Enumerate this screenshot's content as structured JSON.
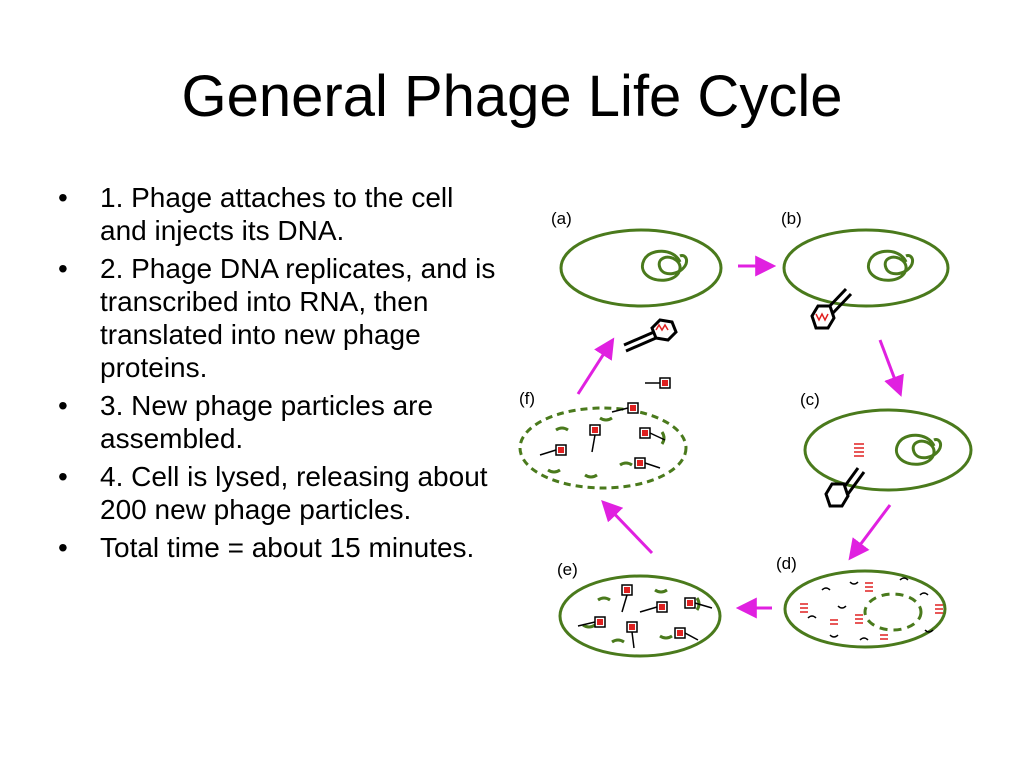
{
  "slide": {
    "title": "General Phage Life Cycle",
    "bullet_char": "•",
    "bullets": [
      "1. Phage attaches to the cell and injects its DNA.",
      "2. Phage DNA replicates, and is transcribed into RNA, then translated into new phage proteins.",
      "3. New phage particles are assembled.",
      "4. Cell is lysed, releasing about 200 new phage particles.",
      "Total time = about 15 minutes."
    ]
  },
  "diagram": {
    "stage_labels": [
      "(a)",
      "(b)",
      "(c)",
      "(d)",
      "(e)",
      "(f)"
    ],
    "colors": {
      "cell": "#4a7a1c",
      "arrow": "#e020e0",
      "dna_red": "#e02020",
      "phage": "#000000"
    }
  }
}
